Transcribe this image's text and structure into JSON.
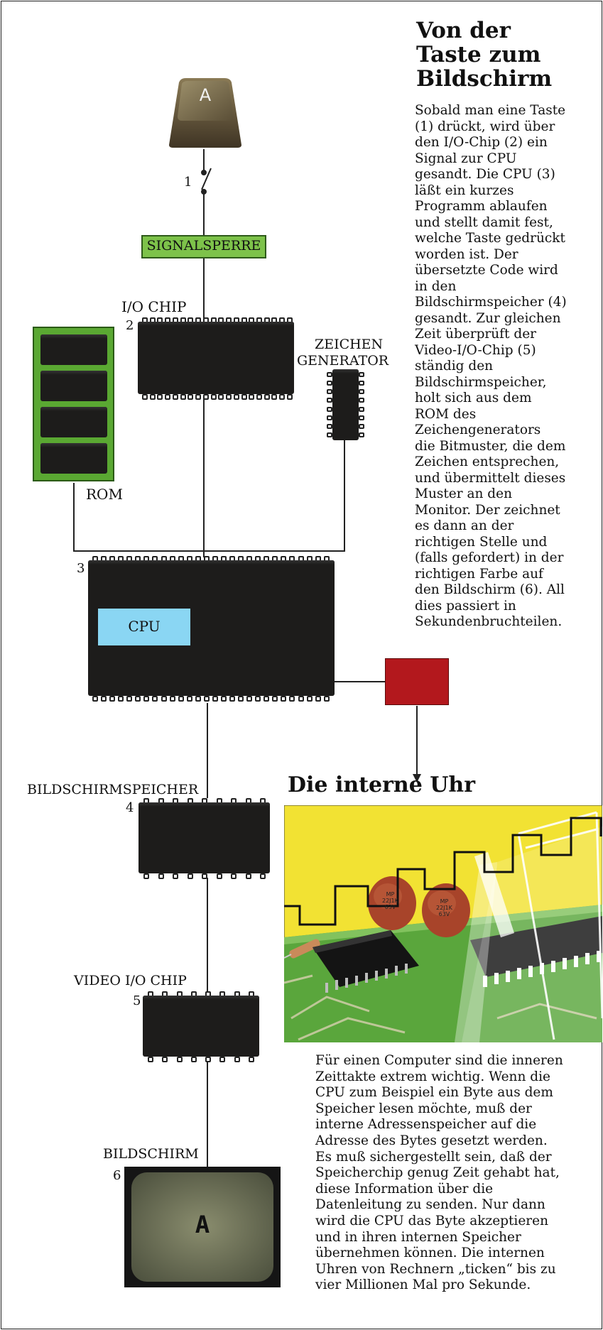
{
  "title_lines": [
    "Von der",
    "Taste zum",
    "Bildschirm"
  ],
  "description_lines": [
    "Sobald man eine Taste",
    "(1) drückt, wird über",
    "den I/O-Chip (2) ein",
    "Signal zur CPU",
    "gesandt. Die CPU (3)",
    "läßt ein kurzes",
    "Programm ablaufen",
    "und stellt damit fest,",
    "welche Taste gedrückt",
    "worden ist. Der",
    "übersetzte Code wird",
    "in den",
    "Bildschirmspeicher (4)",
    "gesandt. Zur gleichen",
    "Zeit überprüft der",
    "Video-I/O-Chip (5)",
    "ständig den",
    "Bildschirmspeicher,",
    "holt sich aus dem",
    "ROM des",
    "Zeichengenerators",
    "die Bitmuster, die dem",
    "Zeichen entsprechen,",
    "und übermittelt dieses",
    "Muster an den",
    "Monitor. Der zeichnet",
    "es dann an der",
    "richtigen Stelle und",
    "(falls gefordert) in der",
    "richtigen Farbe auf",
    "den Bildschirm (6). All",
    "dies passiert in",
    "Sekundenbruchteilen."
  ],
  "diagram": {
    "key_letter": "A",
    "screen_letter": "A",
    "numbers": {
      "n1": "1",
      "n2": "2",
      "n3": "3",
      "n4": "4",
      "n5": "5",
      "n6": "6"
    },
    "labels": {
      "signalsperre": "SIGNALSPERRE",
      "io_chip": "I/O CHIP",
      "zeichen": "ZEICHEN",
      "generator": "GENERATOR",
      "rom": "ROM",
      "cpu": "CPU",
      "bildschirmspeicher": "BILDSCHIRMSPEICHER",
      "video_io_chip": "VIDEO I/O CHIP",
      "bildschirm": "BILDSCHIRM"
    }
  },
  "clock": {
    "heading": "Die interne Uhr",
    "component_markings": [
      "MP",
      "22J1K",
      "63V"
    ],
    "text_lines": [
      "Für einen Computer sind die inneren",
      "Zeittakte extrem wichtig. Wenn die",
      "CPU zum Beispiel ein Byte aus dem",
      "Speicher lesen möchte, muß der",
      "interne Adressenspeicher auf die",
      "Adresse des Bytes gesetzt werden.",
      "Es muß sichergestellt sein, daß der",
      "Speicherchip genug Zeit gehabt hat,",
      "diese Information über die",
      "Datenleitung zu senden. Nur dann",
      "wird die CPU das Byte akzeptieren",
      "und in ihren internen Speicher",
      "übernehmen können. Die internen",
      "Uhren von Rechnern „ticken“ bis zu",
      "vier Millionen Mal pro Sekunde."
    ]
  },
  "colors": {
    "chip": "#1d1c1b",
    "signal_box": "#7dc24a",
    "rom_board": "#5aa832",
    "cpu_label_box": "#8ad6f3",
    "clock_box": "#b3181d",
    "clock_background": "#f2e233",
    "circuit_board": "#5aa63c"
  }
}
